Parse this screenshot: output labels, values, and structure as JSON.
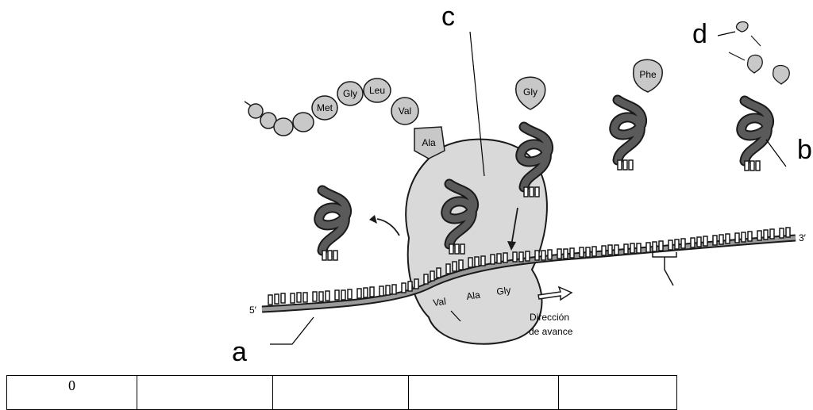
{
  "labels": {
    "a": "a",
    "b": "b",
    "c": "c",
    "d": "d"
  },
  "amino_acids": {
    "chain": [
      "Met",
      "Gly",
      "Leu",
      "Val",
      "Ala"
    ],
    "incoming_trna": "Gly",
    "waiting_trna": "Phe",
    "decoded_on_mrna": [
      "Val",
      "Ala",
      "Gly"
    ]
  },
  "mrna": {
    "five_prime": "5′",
    "three_prime": "3′"
  },
  "direction": {
    "line1": "Dirección",
    "line2": "de avance"
  },
  "table": {
    "cells": [
      "0",
      "",
      "",
      "",
      ""
    ]
  },
  "colors": {
    "ribosome": "#d9d9d9",
    "trna": "#5a5a5a",
    "amino_acid": "#c8c8c8",
    "outline": "#1a1a1a"
  }
}
